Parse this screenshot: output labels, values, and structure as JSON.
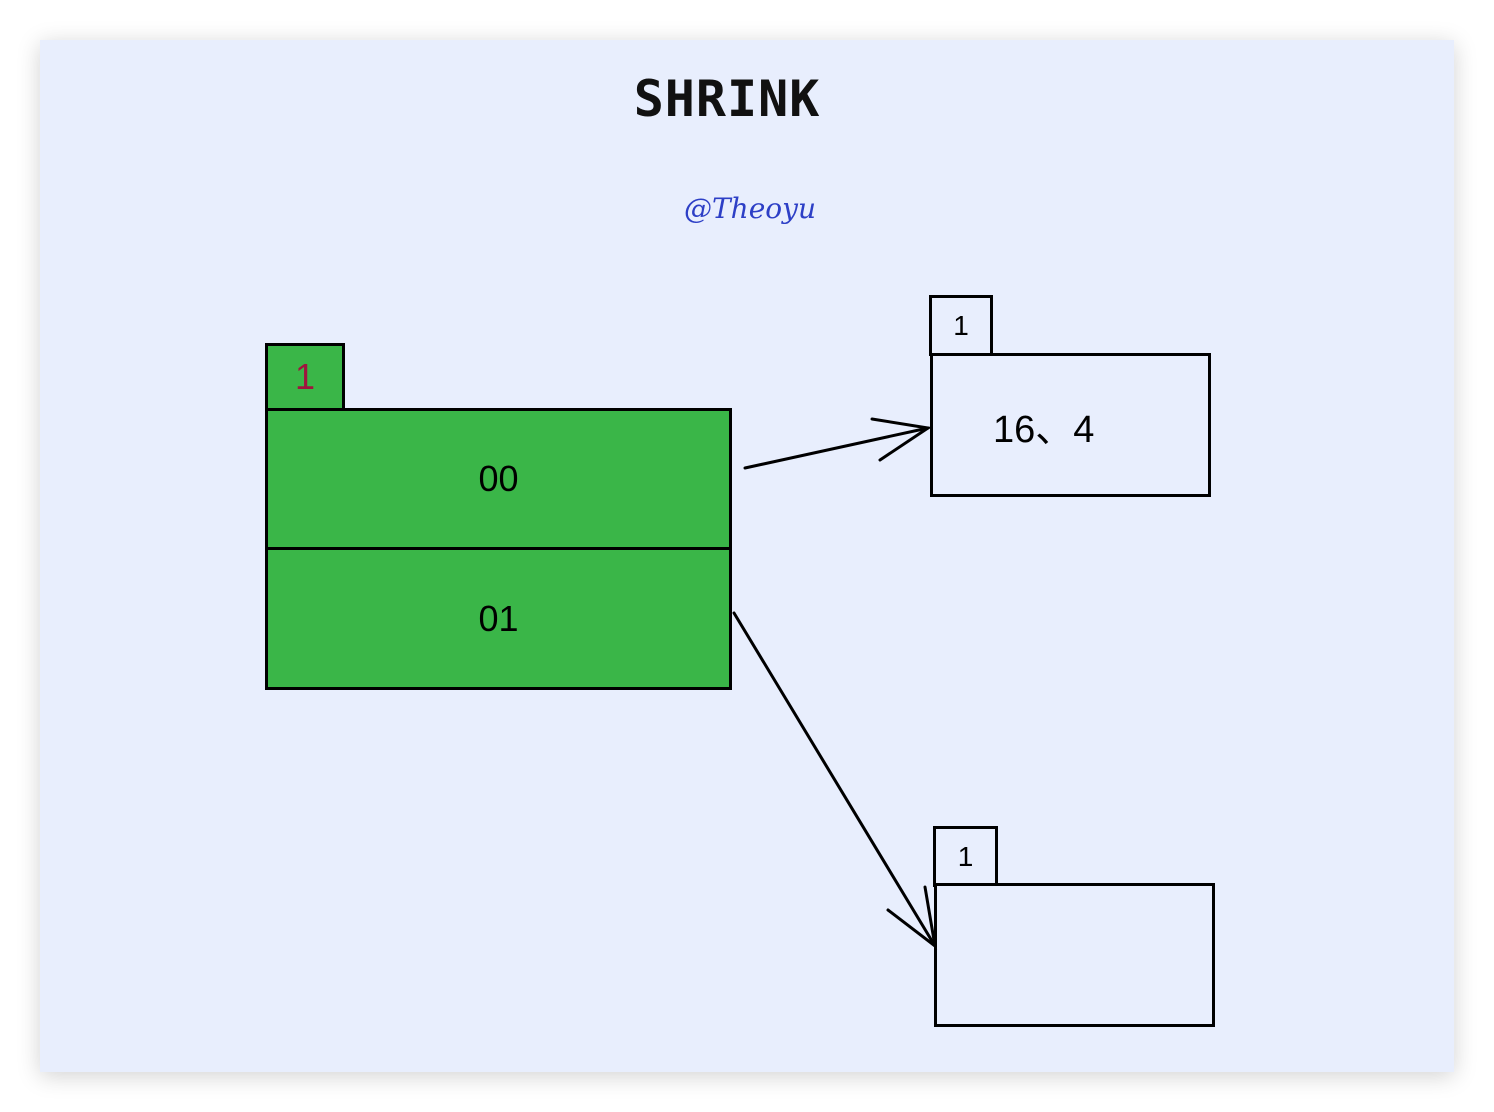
{
  "diagram": {
    "title": "SHRINK",
    "author": "@Theoyu",
    "colors": {
      "canvas_background": "#e8eefd",
      "green_fill": "#3ab648",
      "tag_text": "#a0153e",
      "author_text": "#2d3fc6",
      "stroke": "#000000"
    },
    "directory": {
      "depth_tag": "1",
      "rows": [
        {
          "label": "00"
        },
        {
          "label": "01"
        }
      ]
    },
    "buckets": [
      {
        "depth_tag": "1",
        "content": "16、4"
      },
      {
        "depth_tag": "1",
        "content": ""
      }
    ],
    "edges": [
      {
        "from": "directory-row-00",
        "to": "bucket-top"
      },
      {
        "from": "directory-row-01",
        "to": "bucket-bottom"
      }
    ]
  }
}
